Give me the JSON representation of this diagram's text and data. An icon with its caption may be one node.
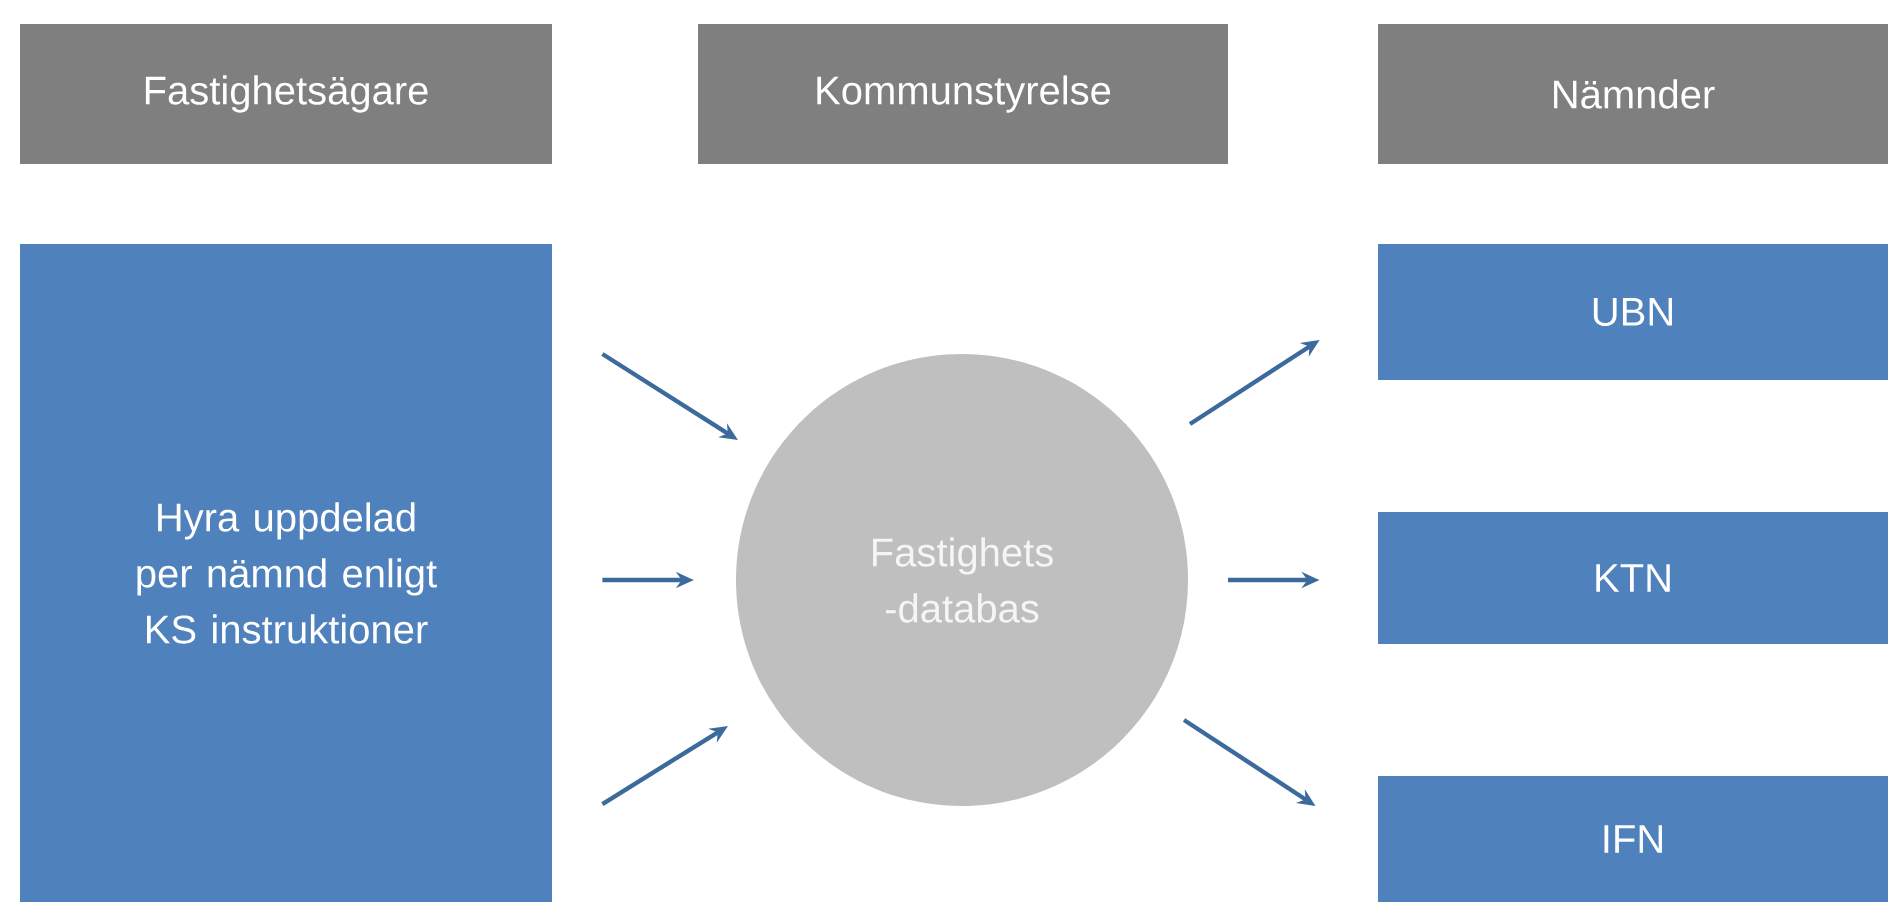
{
  "diagram": {
    "nodes": [
      {
        "text": [
          "Fastighetsägare"
        ]
      },
      {
        "text": [
          "Kommunstyrelse"
        ]
      },
      {
        "text": [
          "Nämnder"
        ]
      },
      {
        "text": [
          "Hyra uppdelad per nämnd enligt KS instruktioner"
        ]
      },
      {
        "text": [
          "Fastighets -databas"
        ]
      },
      {
        "text": [
          "UBN"
        ]
      },
      {
        "text": [
          "KTN"
        ]
      },
      {
        "text": [
          "IFN"
        ]
      }
    ],
    "edges": [
      {
        "from": 3,
        "to": 4,
        "arrow": "to"
      },
      {
        "from": 3,
        "to": 4,
        "arrow": "to"
      },
      {
        "from": 3,
        "to": 4,
        "arrow": "to"
      },
      {
        "from": 4,
        "to": 5,
        "arrow": "to"
      },
      {
        "from": 4,
        "to": 6,
        "arrow": "to"
      },
      {
        "from": 4,
        "to": 7,
        "arrow": "to"
      }
    ]
  }
}
